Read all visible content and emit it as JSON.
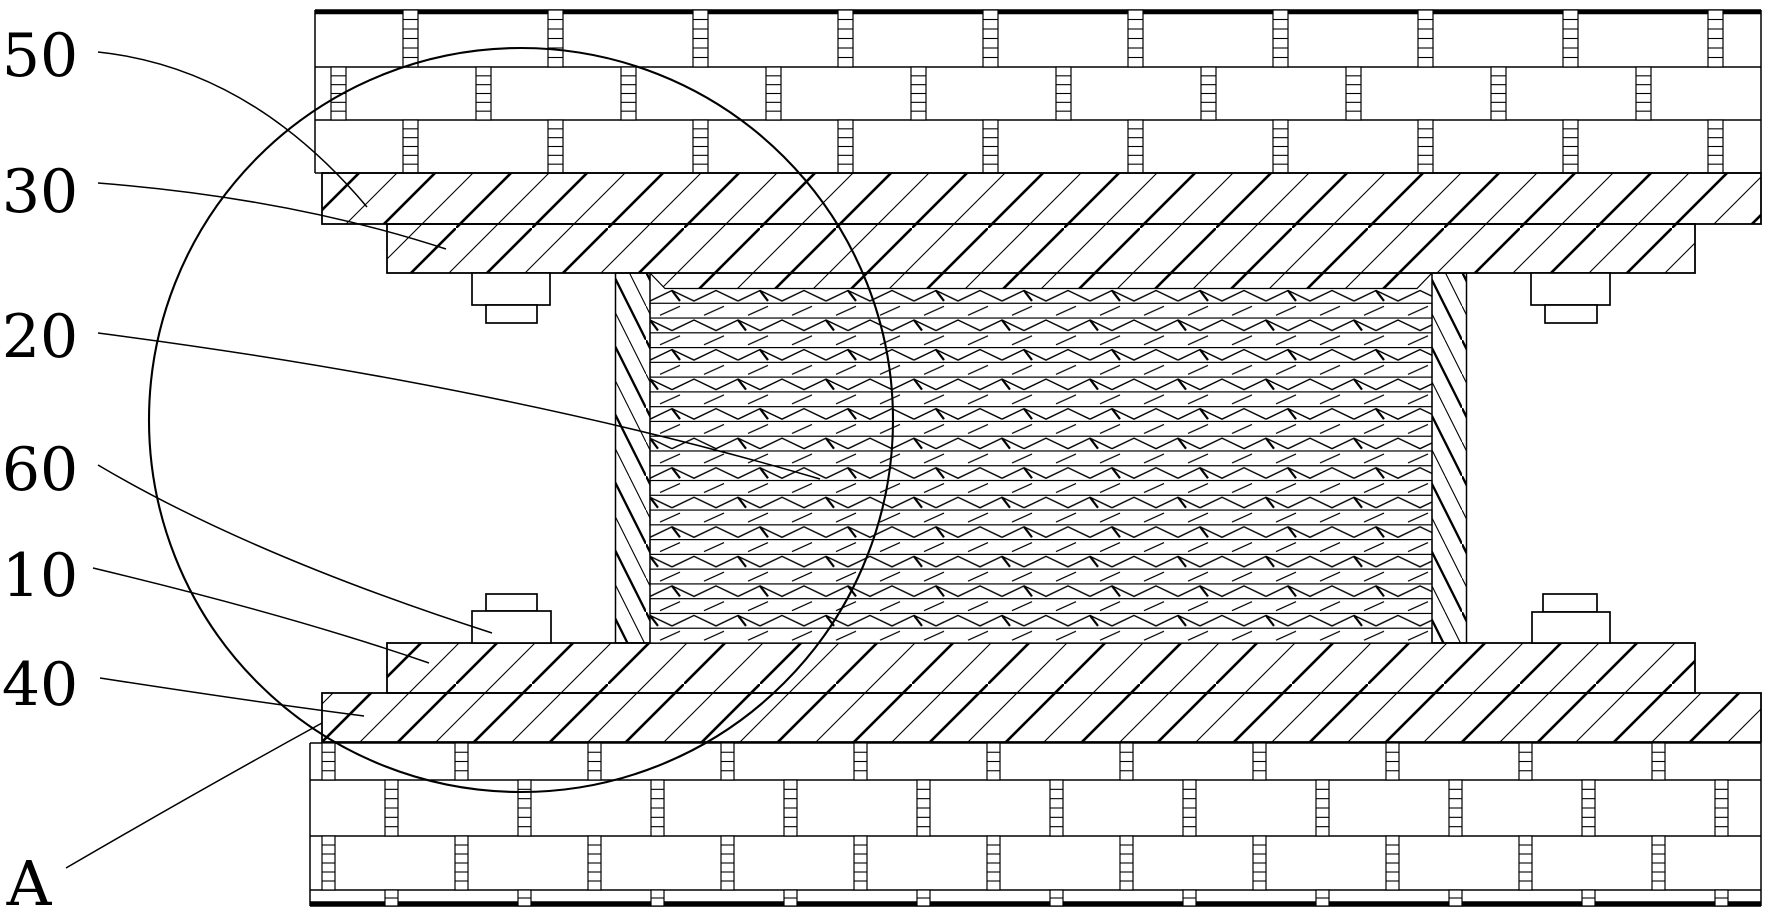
{
  "colors": {
    "line": "#000000",
    "background": "#ffffff"
  },
  "callouts": [
    {
      "label": "50"
    },
    {
      "label": "30"
    },
    {
      "label": "20"
    },
    {
      "label": "60"
    },
    {
      "label": "10"
    },
    {
      "label": "40"
    },
    {
      "label": "A"
    }
  ]
}
